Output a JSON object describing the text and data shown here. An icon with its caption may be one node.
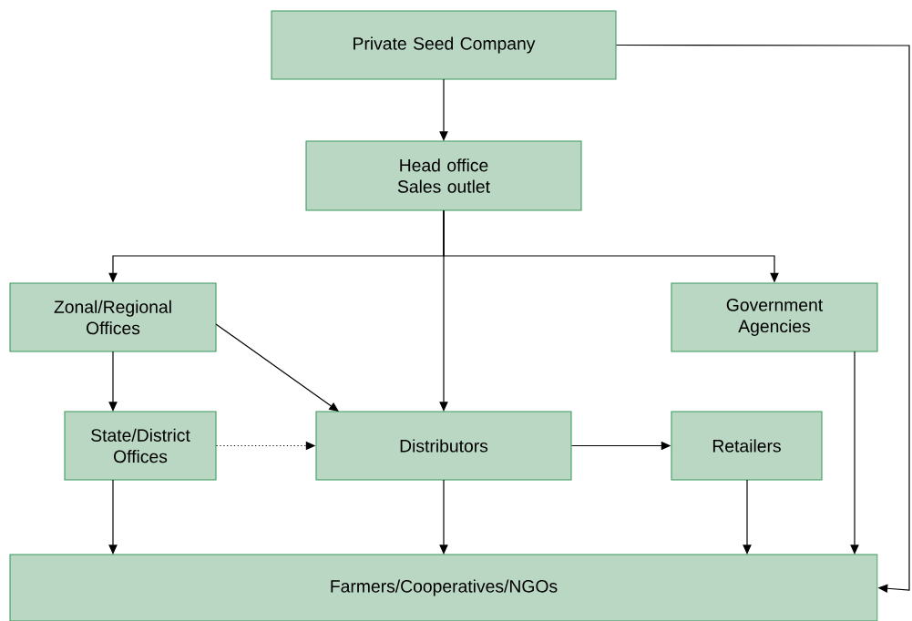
{
  "diagram": {
    "nodes": [
      {
        "text": [
          "Private Seed Company"
        ]
      },
      {
        "text": [
          "Head office Sales outlet"
        ]
      },
      {
        "text": [
          "Zonal/Regional Offices"
        ]
      },
      {
        "text": [
          "Government Agencies"
        ]
      },
      {
        "text": [
          "State/District Offices"
        ]
      },
      {
        "text": [
          "Distributors"
        ]
      },
      {
        "text": [
          "Retailers"
        ]
      },
      {
        "text": [
          "Farmers/Cooperatives/NGOs"
        ]
      }
    ],
    "edges": [
      {
        "from": 0,
        "to": 1,
        "arrow": "to"
      },
      {
        "from": 1,
        "to": 2,
        "arrow": "to"
      },
      {
        "from": 1,
        "to": 5,
        "arrow": "to"
      },
      {
        "from": 1,
        "to": 3,
        "arrow": "to"
      },
      {
        "from": 2,
        "to": 4,
        "arrow": "to"
      },
      {
        "from": 2,
        "to": 5,
        "arrow": "to"
      },
      {
        "from": 4,
        "to": 5,
        "arrow": "to",
        "style": "dashed"
      },
      {
        "from": 5,
        "to": 6,
        "arrow": "to"
      },
      {
        "from": 4,
        "to": 7,
        "arrow": "to"
      },
      {
        "from": 5,
        "to": 7,
        "arrow": "to"
      },
      {
        "from": 6,
        "to": 7,
        "arrow": "to"
      },
      {
        "from": 3,
        "to": 7,
        "arrow": "to"
      },
      {
        "from": 0,
        "to": 7,
        "arrow": "to"
      }
    ]
  }
}
